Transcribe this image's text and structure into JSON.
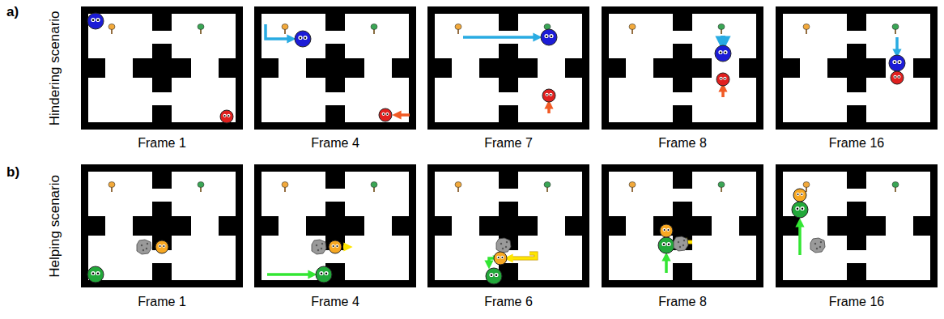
{
  "diagram": {
    "labels": [
      "a)",
      "Hindering scenario",
      "Frame 1",
      "Frame 4",
      "Frame 7",
      "Frame 8",
      "Frame 16",
      "b)",
      "Helping scenario",
      "Frame 1",
      "Frame 4",
      "Frame 6",
      "Frame 8",
      "Frame 16"
    ]
  }
}
